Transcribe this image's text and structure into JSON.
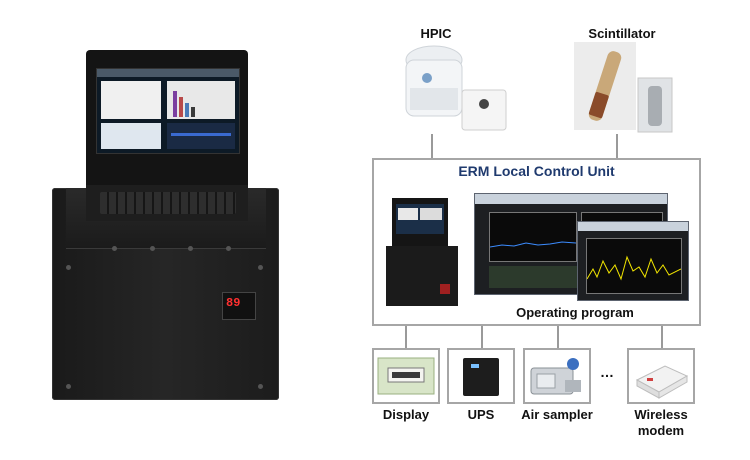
{
  "diagram": {
    "sensors": [
      {
        "key": "hpic",
        "label": "HPIC"
      },
      {
        "key": "scintillator",
        "label": "Scintillator"
      }
    ],
    "control_unit": {
      "title": "ERM Local Control Unit",
      "caption": "Operating program"
    },
    "devices": [
      {
        "key": "display",
        "label": "Display"
      },
      {
        "key": "ups",
        "label": "UPS"
      },
      {
        "key": "air_sampler",
        "label": "Air sampler"
      },
      {
        "key": "wireless_modem",
        "label": "Wireless\nmodem"
      }
    ],
    "ellipsis": "…",
    "colors": {
      "connector": "#9a9a9a",
      "frame": "#a6a6a6",
      "title_blue": "#1f3a6e"
    }
  }
}
